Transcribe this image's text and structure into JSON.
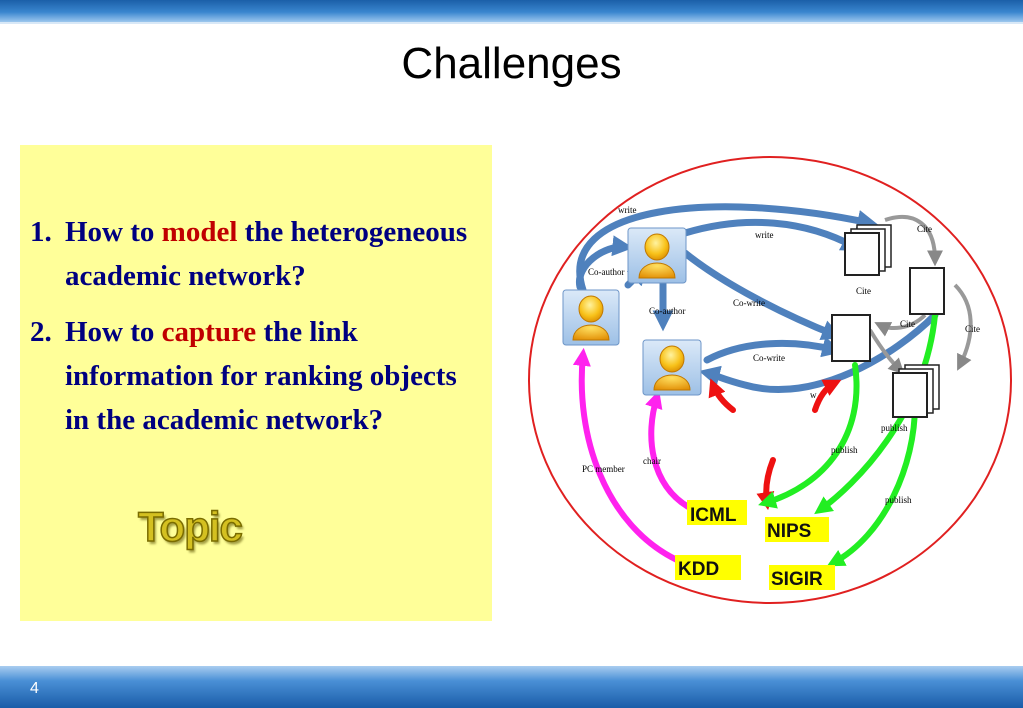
{
  "slide": {
    "title": "Challenges",
    "page_number": "4"
  },
  "points": [
    {
      "number": "1.",
      "before": "How to ",
      "emphasis": "model",
      "after": " the heterogeneous academic network?"
    },
    {
      "number": "2.",
      "before": "How to ",
      "emphasis": "capture",
      "after": " the link information for ranking objects in the academic network?"
    }
  ],
  "overlay_word": "Topic",
  "diagram": {
    "edge_labels": {
      "write_top": "write",
      "write_mid": "write",
      "co_author_1": "Co-author",
      "co_author_2": "Co-author",
      "co_write_1": "Co-write",
      "co_write_2": "Co-write",
      "write_low": "w",
      "cite_1": "Cite",
      "cite_2": "Cite",
      "cite_3": "Cite",
      "cite_4": "Cite",
      "publish_1": "publish",
      "publish_2": "publish",
      "publish_3": "publish",
      "pc_member": "PC member",
      "chair": "chair"
    },
    "venues": [
      "ICML",
      "NIPS",
      "KDD",
      "SIGIR"
    ],
    "colors": {
      "ring": "#e02020",
      "author_paper_edge": "#4f81bd",
      "cite_edge": "#999999",
      "publish_edge": "#22ee22",
      "venue_author_edge": "#ff22ee",
      "highlight_edge": "#ee1111",
      "venue_label_bg": "#ffff00"
    }
  }
}
